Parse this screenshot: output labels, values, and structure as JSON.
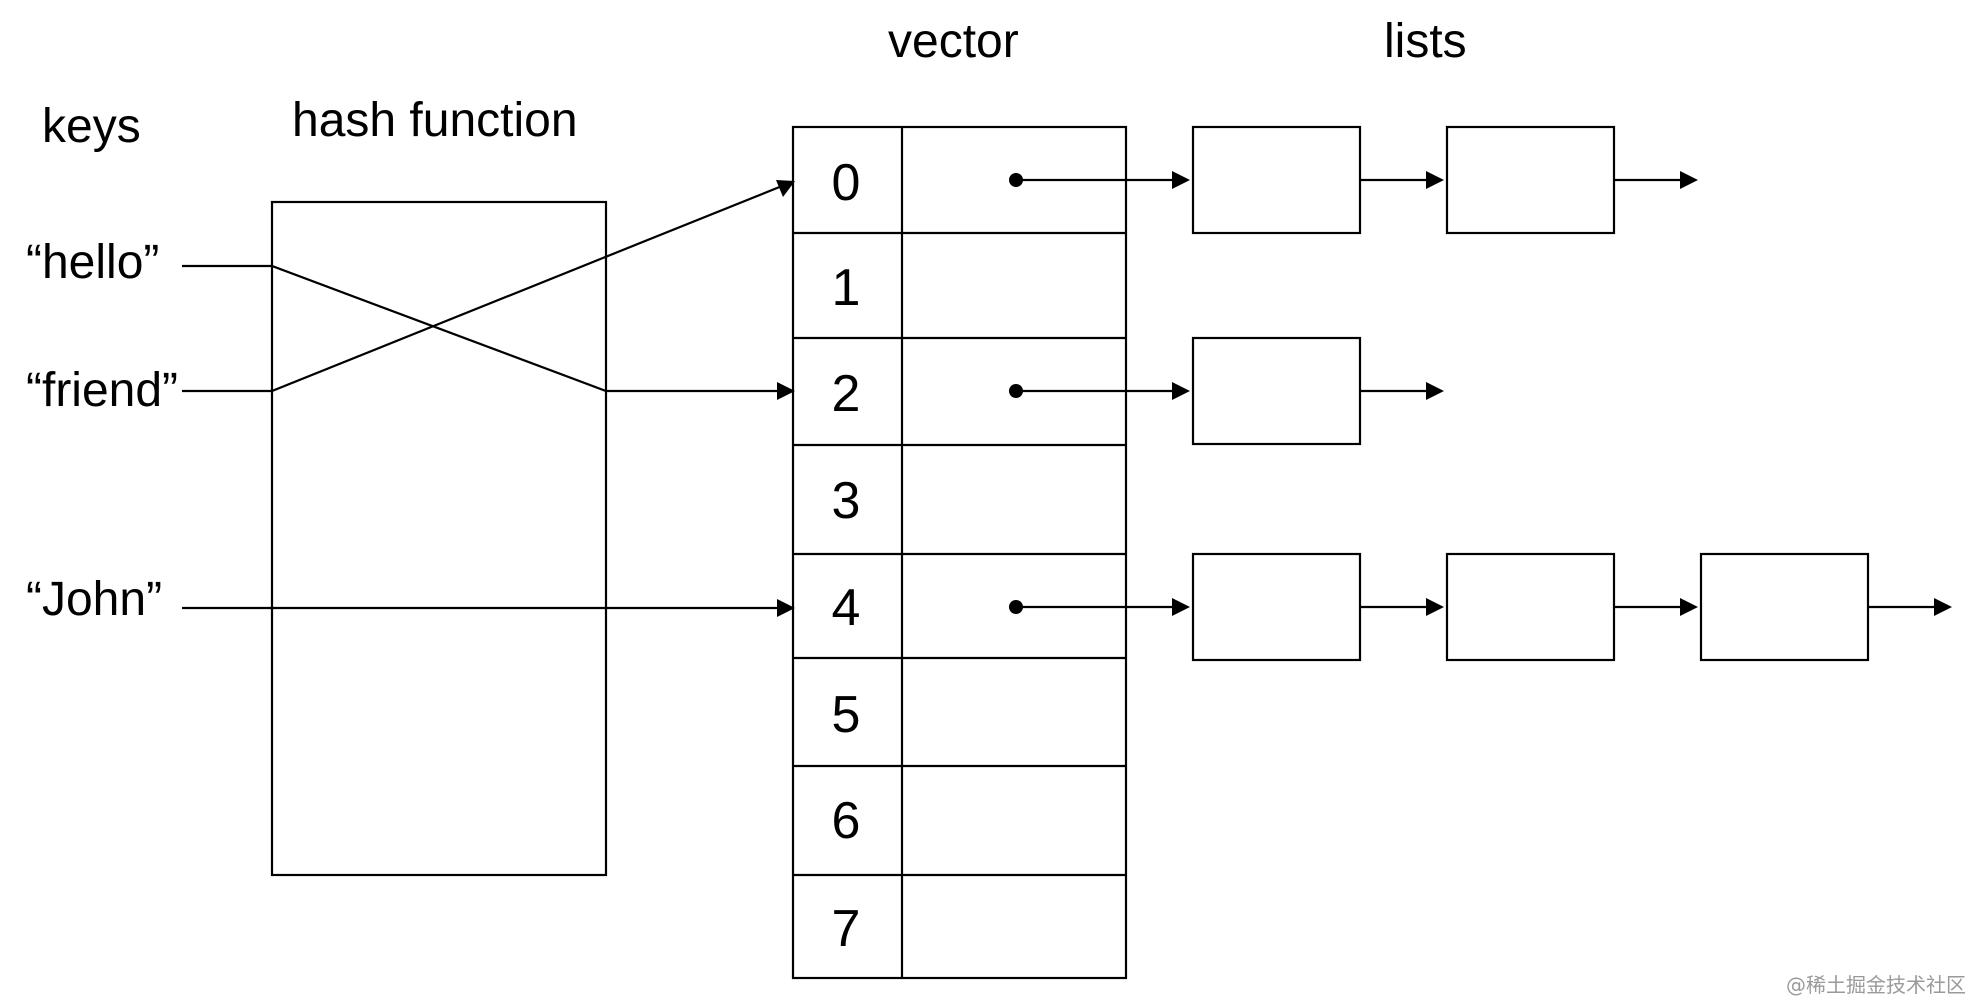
{
  "headings": {
    "keys": "keys",
    "hash_function": "hash function",
    "vector": "vector",
    "lists": "lists"
  },
  "keys": [
    {
      "label": "“hello”",
      "target_bucket": 2
    },
    {
      "label": "“friend”",
      "target_bucket": 0
    },
    {
      "label": "“John”",
      "target_bucket": 4
    }
  ],
  "buckets": [
    {
      "index": "0",
      "list_length": 2
    },
    {
      "index": "1",
      "list_length": 0
    },
    {
      "index": "2",
      "list_length": 1
    },
    {
      "index": "3",
      "list_length": 0
    },
    {
      "index": "4",
      "list_length": 3
    },
    {
      "index": "5",
      "list_length": 0
    },
    {
      "index": "6",
      "list_length": 0
    },
    {
      "index": "7",
      "list_length": 0
    }
  ],
  "watermark": "@稀土掘金技术社区"
}
